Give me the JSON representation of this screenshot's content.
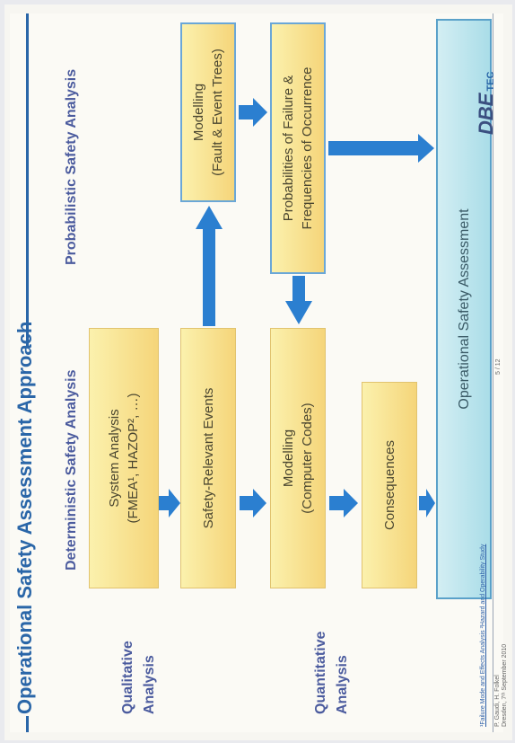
{
  "title": "Operational Safety Assessment Approach",
  "columns": {
    "deterministic": "Deterministic Safety Analysis",
    "probabilistic": "Probabilistic Safety Analysis"
  },
  "rows": {
    "qualitative": [
      "Qualitative",
      "Analysis"
    ],
    "quantitative": [
      "Quantitative",
      "Analysis"
    ]
  },
  "boxes": {
    "system_analysis": [
      "System Analysis",
      "(FMEA¹, HAZOP², …)"
    ],
    "safety_events": "Safety-Relevant Events",
    "modelling_codes": [
      "Modelling",
      "(Computer Codes)"
    ],
    "consequences": "Consequences",
    "modelling_trees": [
      "Modelling",
      "(Fault & Event Trees)"
    ],
    "probabilities": [
      "Probabilities of Failure &",
      "Frequencies of Occurrence"
    ],
    "operational": "Operational Safety Assessment"
  },
  "footer": {
    "author": [
      "P. Gaudi, H. Folkel",
      "Dresden, 7ᵗʰ September 2010"
    ],
    "footnote": "¹Failure Mode and Effects Analysis  ²Hazard and Operability Study",
    "page": "5 / 12",
    "logo": "DBE",
    "logo_suffix": "TEC"
  },
  "colors": {
    "accent_blue": "#2a66a8",
    "arrow_blue": "#2b7fd0",
    "box_yellow": "#f8e293",
    "box_teal": "#bfe6ee"
  }
}
